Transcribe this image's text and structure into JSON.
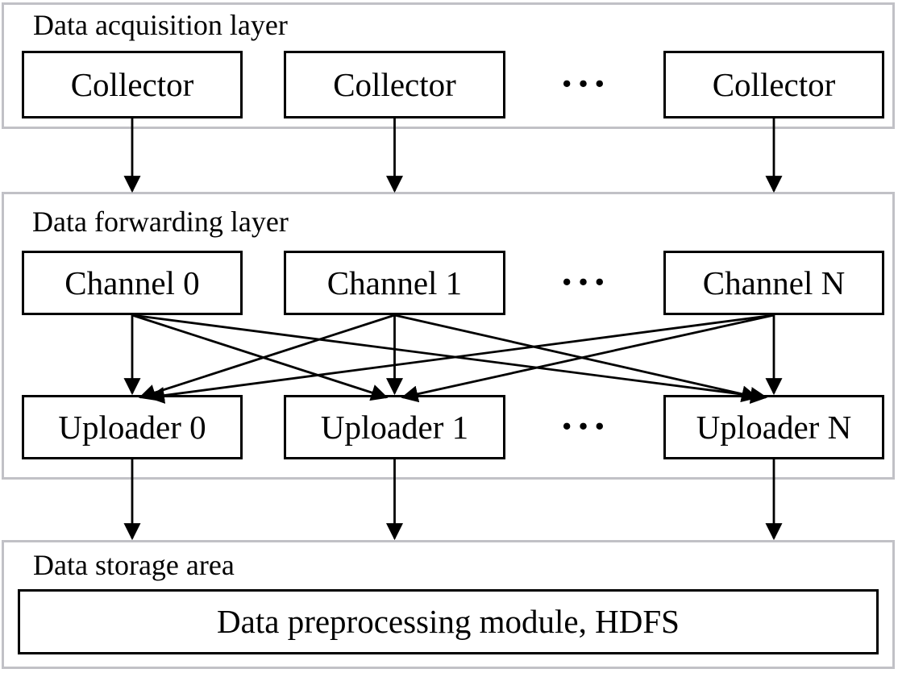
{
  "diagram": {
    "layers": [
      {
        "id": "acquisition",
        "label": "Data acquisition layer",
        "ellipsis": "···",
        "nodes": [
          {
            "id": "collector-0",
            "label": "Collector"
          },
          {
            "id": "collector-1",
            "label": "Collector"
          },
          {
            "id": "collector-n",
            "label": "Collector"
          }
        ]
      },
      {
        "id": "forwarding",
        "label": "Data forwarding layer",
        "ellipsis": "···",
        "nodes": [
          {
            "id": "channel-0",
            "label": "Channel 0"
          },
          {
            "id": "channel-1",
            "label": "Channel 1"
          },
          {
            "id": "channel-n",
            "label": "Channel N"
          },
          {
            "id": "uploader-0",
            "label": "Uploader 0"
          },
          {
            "id": "uploader-1",
            "label": "Uploader 1"
          },
          {
            "id": "uploader-n",
            "label": "Uploader N"
          }
        ]
      },
      {
        "id": "storage",
        "label": "Data storage area",
        "nodes": [
          {
            "id": "storage-box",
            "label": "Data preprocessing module, HDFS"
          }
        ]
      }
    ],
    "edges": [
      {
        "from": "collector-0",
        "to": "layer-forwarding"
      },
      {
        "from": "collector-1",
        "to": "layer-forwarding"
      },
      {
        "from": "collector-n",
        "to": "layer-forwarding"
      },
      {
        "from": "channel-0",
        "to": "uploader-0"
      },
      {
        "from": "channel-0",
        "to": "uploader-1"
      },
      {
        "from": "channel-0",
        "to": "uploader-n"
      },
      {
        "from": "channel-1",
        "to": "uploader-0"
      },
      {
        "from": "channel-1",
        "to": "uploader-1"
      },
      {
        "from": "channel-1",
        "to": "uploader-n"
      },
      {
        "from": "channel-n",
        "to": "uploader-0"
      },
      {
        "from": "channel-n",
        "to": "uploader-1"
      },
      {
        "from": "channel-n",
        "to": "uploader-n"
      },
      {
        "from": "uploader-0",
        "to": "layer-storage"
      },
      {
        "from": "uploader-1",
        "to": "layer-storage"
      },
      {
        "from": "uploader-n",
        "to": "layer-storage"
      }
    ],
    "colors": {
      "line": "#000000",
      "box_border": "#000000",
      "layer_border": "#c1c1c6",
      "background": "#ffffff",
      "text": "#000000"
    }
  }
}
